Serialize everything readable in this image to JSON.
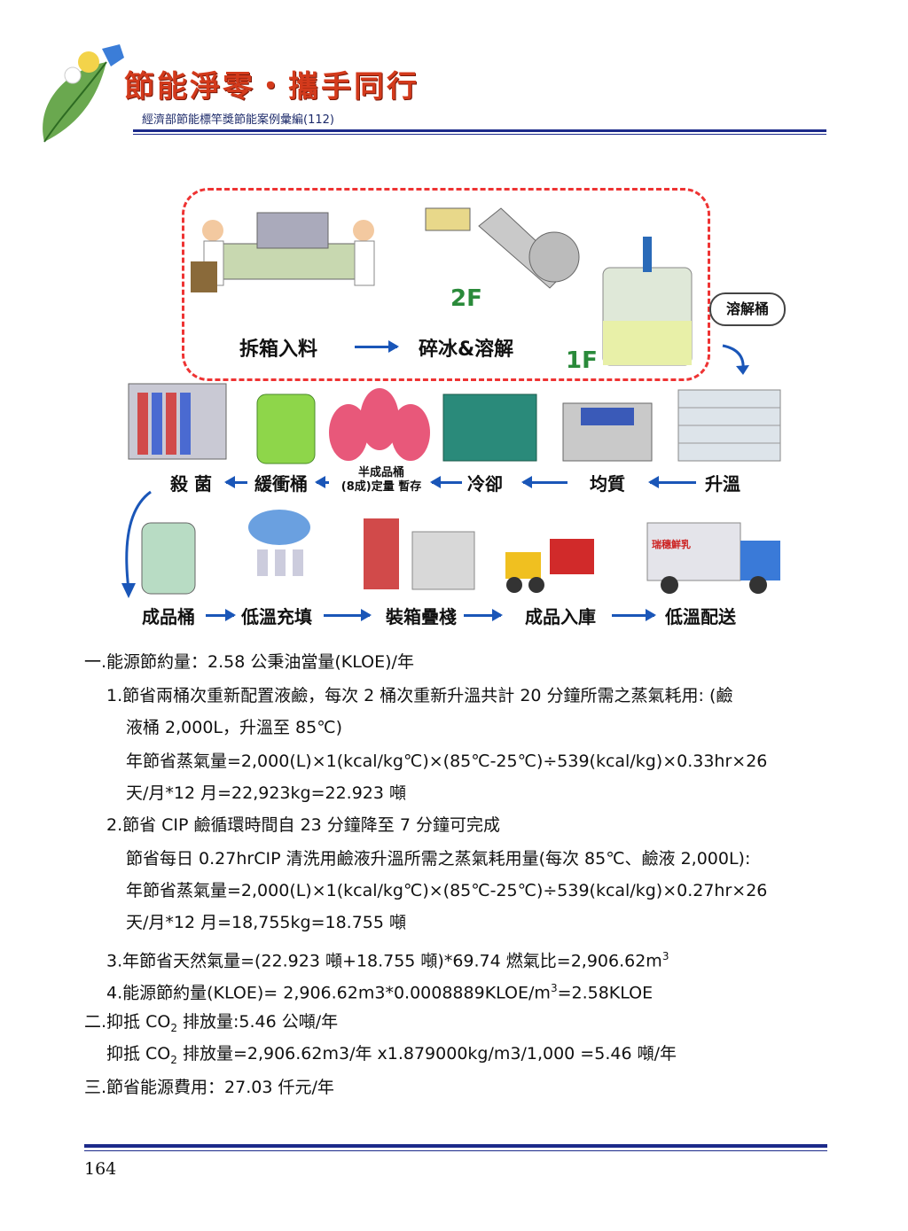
{
  "header": {
    "title": "節能淨零‧攜手同行",
    "subtitle": "經濟部節能標竿獎節能案例彙編(112)"
  },
  "diagram": {
    "floor2": "2F",
    "floor1": "1F",
    "bubble": "溶解桶",
    "row1": [
      "拆箱入料",
      "碎冰&溶解"
    ],
    "row2": [
      "殺 菌",
      "緩衝桶",
      "半成品桶",
      "(8成)定量 暫存",
      "冷卻",
      "均質",
      "升溫"
    ],
    "row3": [
      "成品桶",
      "低溫充填",
      "裝箱疊棧",
      "成品入庫",
      "低溫配送"
    ],
    "truck_text": "瑞穗鮮乳"
  },
  "body": {
    "l1": "一.能源節約量：2.58 公秉油當量(KLOE)/年",
    "l2": "1.節省兩桶次重新配置液鹼，每次 2 桶次重新升溫共計 20 分鐘所需之蒸氣耗用: (鹼",
    "l3": "液桶 2,000L，升溫至 85℃)",
    "l4": "年節省蒸氣量=2,000(L)×1(kcal/kg℃)×(85℃-25℃)÷539(kcal/kg)×0.33hr×26",
    "l5": "天/月*12 月=22,923kg=22.923 噸",
    "l6": "2.節省 CIP 鹼循環時間自 23 分鐘降至 7 分鐘可完成",
    "l7": "節省每日 0.27hrCIP 清洗用鹼液升溫所需之蒸氣耗用量(每次 85℃、鹼液 2,000L):",
    "l8": "年節省蒸氣量=2,000(L)×1(kcal/kg℃)×(85℃-25℃)÷539(kcal/kg)×0.27hr×26",
    "l9": "天/月*12 月=18,755kg=18.755 噸",
    "l10": "3.年節省天然氣量=(22.923 噸+18.755 噸)*69.74 燃氣比=2,906.62m",
    "l10_sup": "3",
    "l11a": "4.能源節約量(KLOE)= 2,906.62m3*0.0008889KLOE/m",
    "l11_sup": "3",
    "l11b": "=2.58KLOE",
    "l12a": "二.抑抵 CO",
    "l12_sub": "2",
    "l12b": " 排放量:5.46 公噸/年",
    "l13a": "抑抵 CO",
    "l13_sub": "2",
    "l13b": " 排放量=2,906.62m3/年 x1.879000kg/m3/1,000 =5.46 噸/年",
    "l14": "三.節省能源費用：27.03 仟元/年"
  },
  "footer": {
    "page_number": "164"
  }
}
